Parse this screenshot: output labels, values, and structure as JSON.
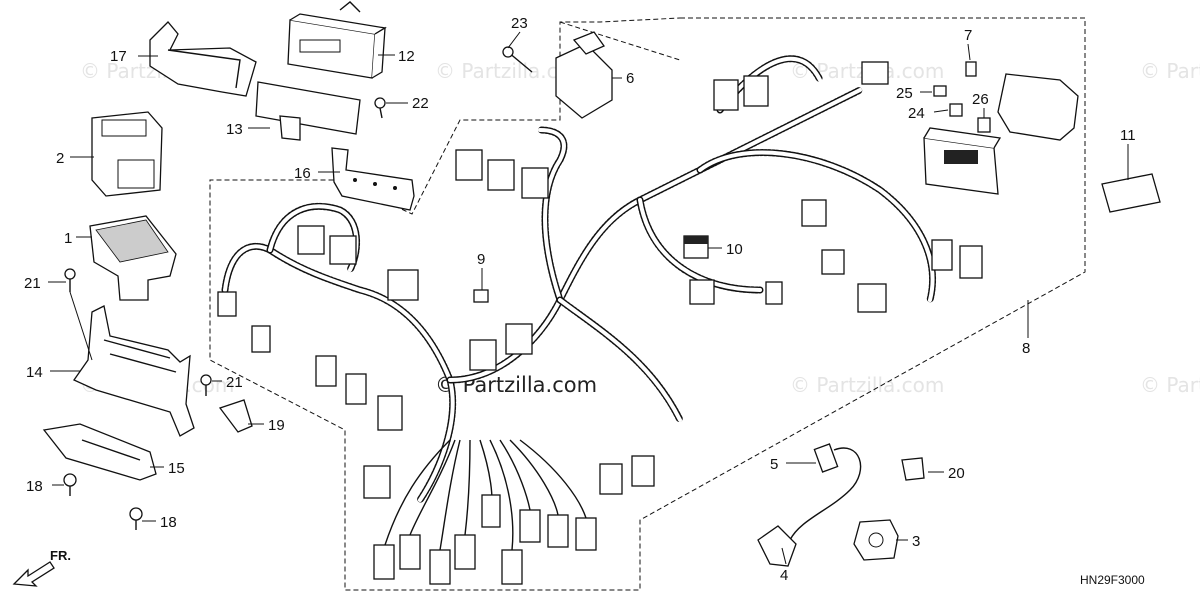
{
  "watermarks": {
    "site": "© Partzilla.com",
    "center": "© Partzilla.com"
  },
  "diagram_code": "HN29F3000",
  "front_marker": "FR.",
  "callouts": [
    {
      "id": "1",
      "label": "1"
    },
    {
      "id": "2",
      "label": "2"
    },
    {
      "id": "3",
      "label": "3"
    },
    {
      "id": "4",
      "label": "4"
    },
    {
      "id": "5",
      "label": "5"
    },
    {
      "id": "6",
      "label": "6"
    },
    {
      "id": "7",
      "label": "7"
    },
    {
      "id": "8",
      "label": "8"
    },
    {
      "id": "9",
      "label": "9"
    },
    {
      "id": "10",
      "label": "10"
    },
    {
      "id": "11",
      "label": "11"
    },
    {
      "id": "12",
      "label": "12"
    },
    {
      "id": "13",
      "label": "13"
    },
    {
      "id": "14",
      "label": "14"
    },
    {
      "id": "15",
      "label": "15"
    },
    {
      "id": "16",
      "label": "16"
    },
    {
      "id": "17",
      "label": "17"
    },
    {
      "id": "18a",
      "label": "18"
    },
    {
      "id": "18b",
      "label": "18"
    },
    {
      "id": "19",
      "label": "19"
    },
    {
      "id": "20",
      "label": "20"
    },
    {
      "id": "21a",
      "label": "21"
    },
    {
      "id": "21b",
      "label": "21"
    },
    {
      "id": "22",
      "label": "22"
    },
    {
      "id": "23",
      "label": "23"
    },
    {
      "id": "24",
      "label": "24"
    },
    {
      "id": "25",
      "label": "25"
    },
    {
      "id": "26",
      "label": "26"
    }
  ]
}
